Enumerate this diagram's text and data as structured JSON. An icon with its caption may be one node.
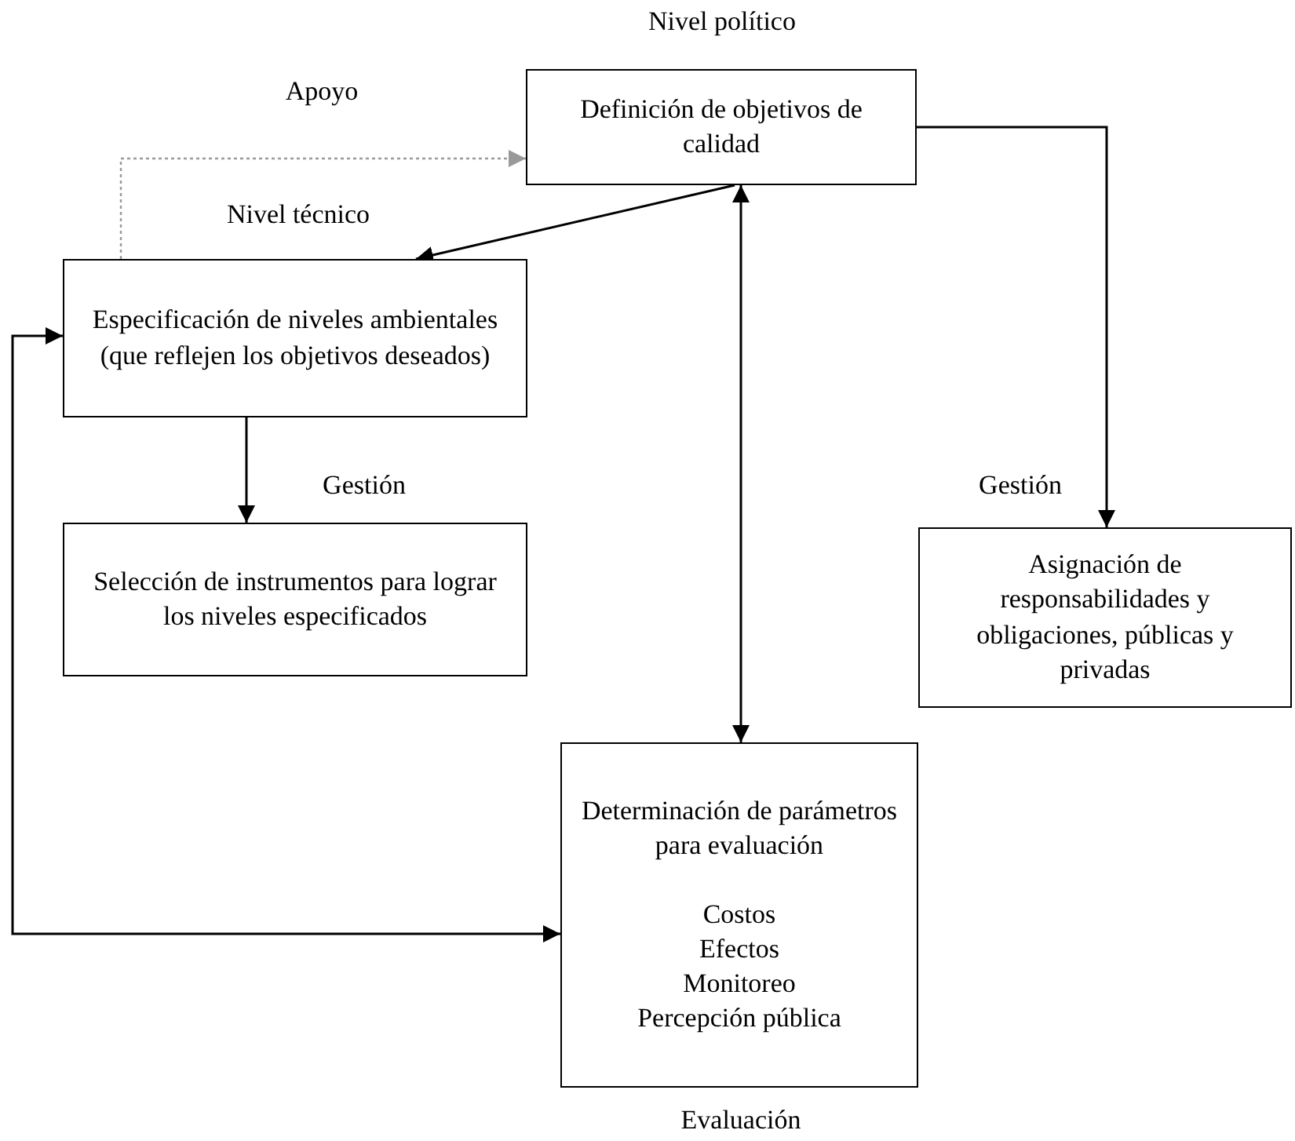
{
  "diagram": {
    "nodes": [
      {
        "text": [
          "Definición de objetivos de calidad"
        ],
        "beside": [
          "Nivel político"
        ]
      },
      {
        "text": [
          "Especificación de niveles ambientales (que reflejen los objetivos deseados)"
        ],
        "beside": [
          "Nivel técnico"
        ]
      },
      {
        "text": [
          "Selección de instrumentos para lograr los niveles especificados"
        ]
      },
      {
        "text": [
          "Asignación de responsabilidades y obligaciones, públicas y privadas"
        ]
      },
      {
        "text": [
          "Determinación de parámetros para evaluación",
          "Costos",
          "Efectos",
          "Monitoreo",
          "Percepción pública"
        ],
        "beside": [
          "Evaluación"
        ]
      }
    ],
    "edges": [
      {
        "from": 1,
        "to": 0,
        "arrow": "to",
        "label": "Apoyo",
        "style": "dashed",
        "color": "#999999"
      },
      {
        "from": 0,
        "to": 1,
        "arrow": "to"
      },
      {
        "from": 1,
        "to": 2,
        "arrow": "to",
        "label": "Gestión"
      },
      {
        "from": 0,
        "to": 3,
        "arrow": "to",
        "label": "Gestión"
      },
      {
        "from": 0,
        "to": 4,
        "arrow": "both"
      },
      {
        "from": 4,
        "to": 1,
        "arrow": "both"
      }
    ]
  }
}
